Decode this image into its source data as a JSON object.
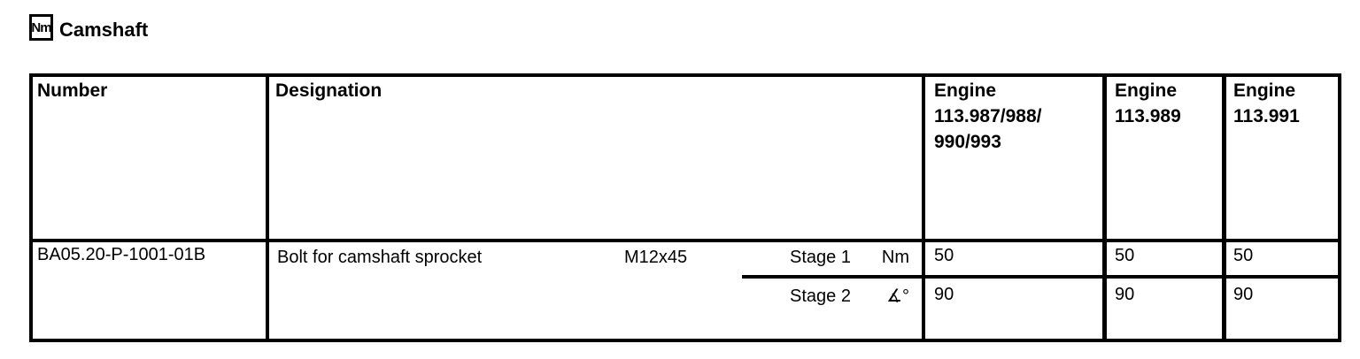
{
  "title": {
    "icon_label": "Nm",
    "text": "Camshaft"
  },
  "table": {
    "headers": {
      "number": "Number",
      "designation": "Designation",
      "engines": [
        "Engine\n113.987/988/\n990/993",
        "Engine\n113.989",
        "Engine\n113.991"
      ]
    },
    "row": {
      "number": "BA05.20-P-1001-01B",
      "designation": "Bolt for camshaft sprocket",
      "size": "M12x45",
      "stages": [
        {
          "label": "Stage 1",
          "unit": "Nm",
          "values": [
            "50",
            "50",
            "50"
          ]
        },
        {
          "label": "Stage 2",
          "unit": "∡°",
          "values": [
            "90",
            "90",
            "90"
          ]
        }
      ]
    }
  },
  "colors": {
    "ink": "#000000",
    "paper": "#ffffff"
  }
}
